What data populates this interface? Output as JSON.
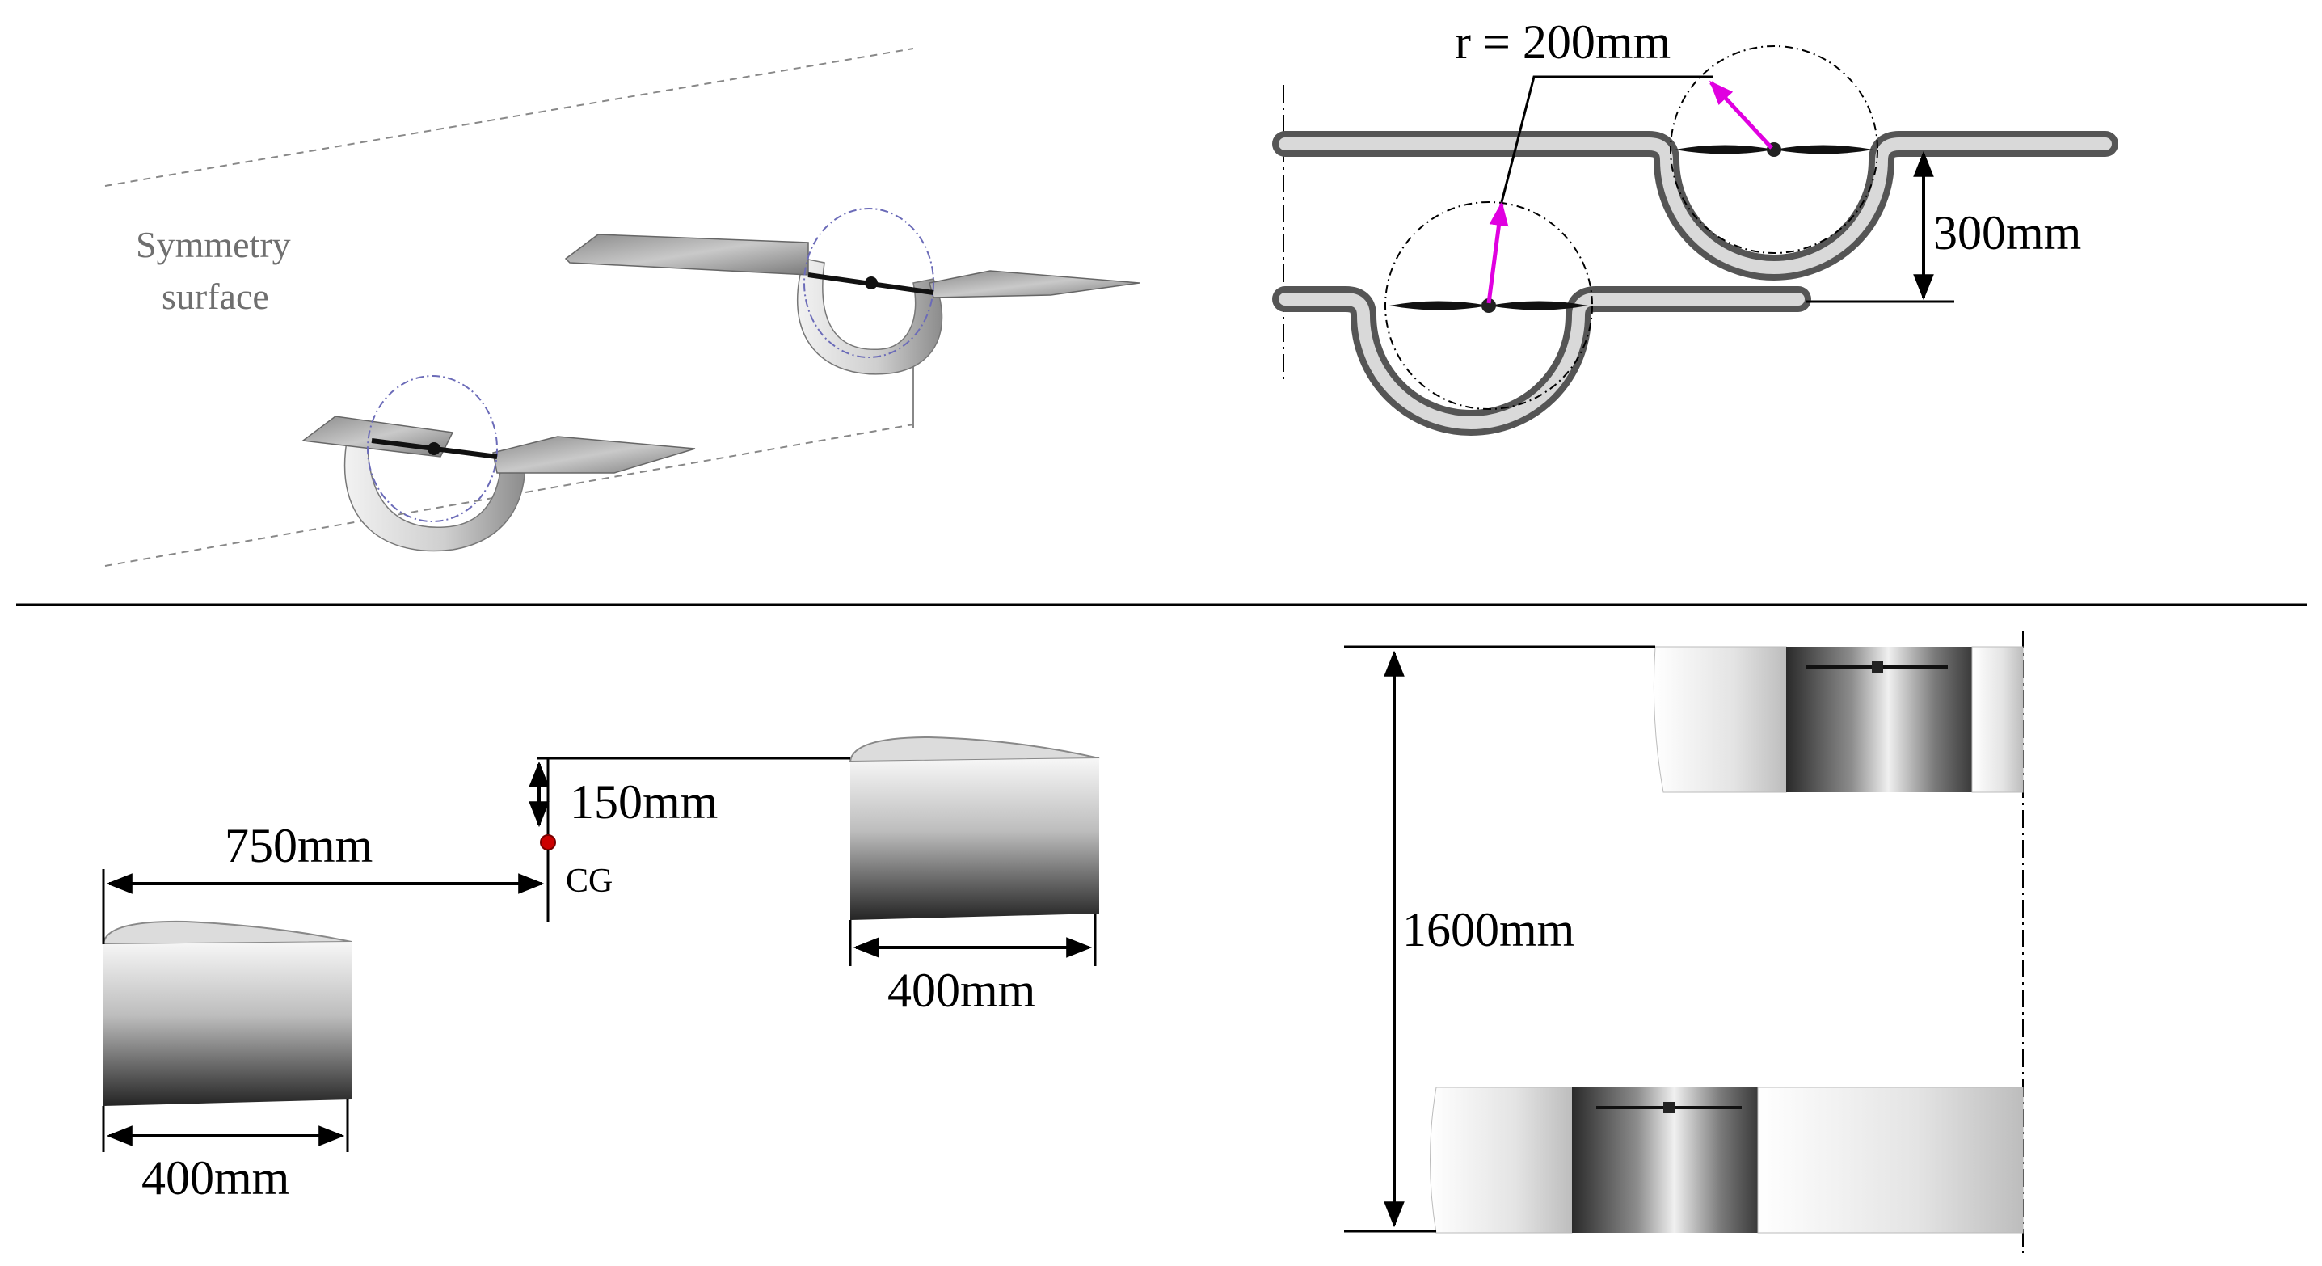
{
  "panel_3d": {
    "symmetry_line1": "Symmetry",
    "symmetry_line2": "surface"
  },
  "panel_front": {
    "radius_label": "r = 200mm",
    "offset_label": "300mm"
  },
  "panel_side": {
    "horizontal_distance": "750mm",
    "vertical_offset": "150mm",
    "cg_label": "CG",
    "front_chord": "400mm",
    "rear_chord": "400mm"
  },
  "panel_top": {
    "span_label": "1600mm"
  },
  "colors": {
    "radius_arrow": "#e000e0",
    "cg_marker": "#cc0000"
  }
}
